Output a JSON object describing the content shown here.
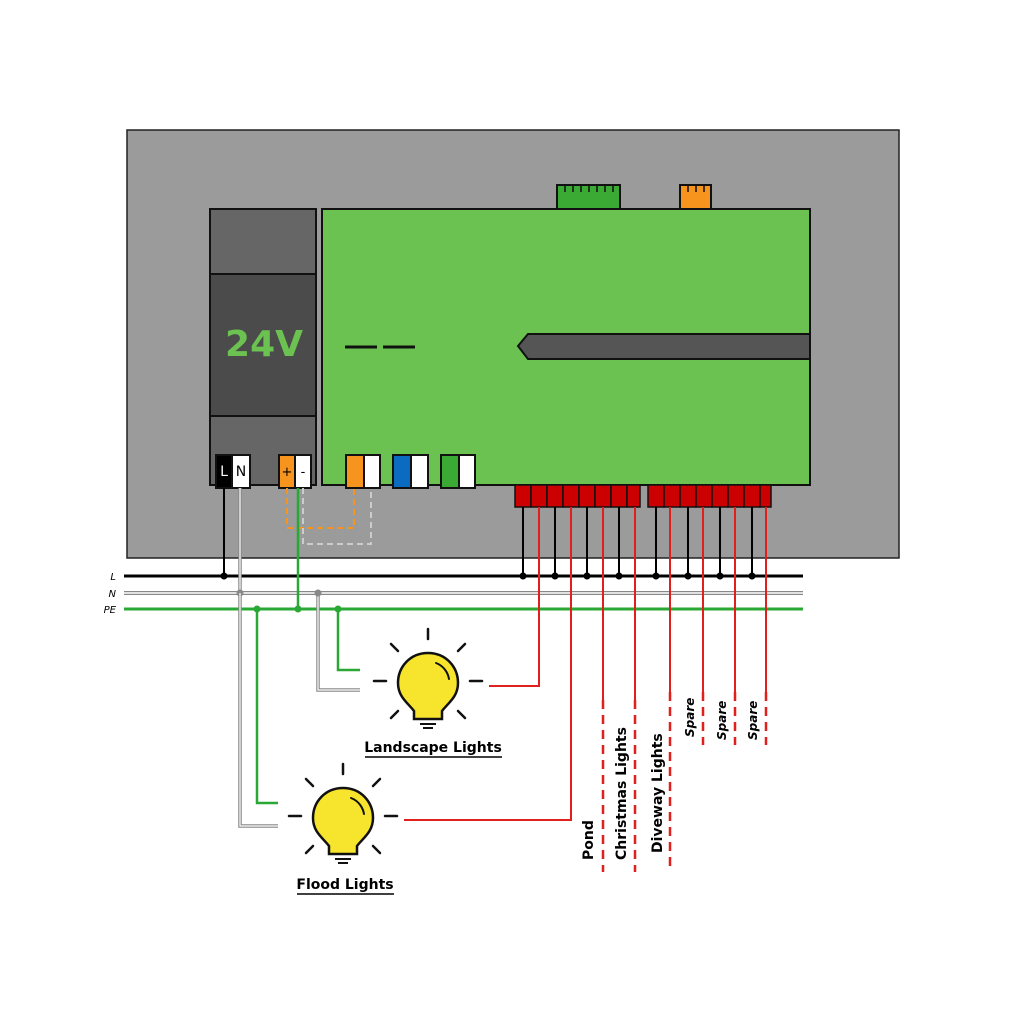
{
  "psu": {
    "voltage": "24V"
  },
  "terminals": {
    "line": "L",
    "neutral": "N",
    "plus": "+",
    "minus": "-"
  },
  "bus_labels": {
    "line": "L",
    "neutral": "N",
    "earth": "PE"
  },
  "lights": {
    "landscape": "Landscape Lights",
    "flood": "Flood Lights"
  },
  "circuits": [
    "Pond",
    "Christmas Lights",
    "Diveway Lights",
    "Spare",
    "Spare",
    "Spare"
  ],
  "colors": {
    "enclosure": "#9b9b9b",
    "controller": "#6bc250",
    "psu_light": "#666666",
    "psu_dark": "#4b4b4b",
    "voltage_text": "#6bc250",
    "relay": "#cc0000",
    "line_wire": "#000000",
    "neutral_wire": "#888888",
    "earth_wire": "#2aa836",
    "switched_wire": "#e0201c",
    "dc_plus": "#f7941d",
    "dc_minus": "#cccccc",
    "bulb": "#f7e52d",
    "terminal_orange": "#f7941d",
    "terminal_blue": "#0b6bc0",
    "terminal_green": "#3aaa35"
  }
}
